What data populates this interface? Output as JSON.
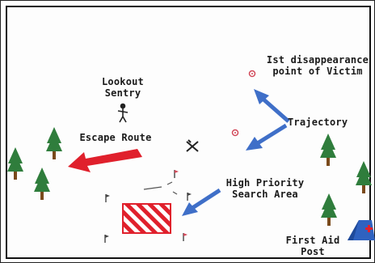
{
  "labels": {
    "first_disappearance": "Ist disappearance point of Victim",
    "lookout_sentry": "Lookout Sentry",
    "trajectory": "Trajectory",
    "escape_route": "Escape Route",
    "high_priority_search_area": "High Priority Search Area",
    "first_aid_post": "First Aid Post"
  },
  "colors": {
    "tree_foliage": "#2f7d3c",
    "tree_trunk": "#7a4a1c",
    "escape_arrow": "#e0202c",
    "trajectory_arrow": "#3f6fc8",
    "search_area_stripe": "#e0202c",
    "tent": "#2f62c0",
    "tent_cross": "#e0202c",
    "marker_point": "#d24a5a"
  },
  "icons": [
    "tree-icon",
    "sentry-figure-icon",
    "crossed-tools-icon",
    "flag-icon",
    "tent-icon",
    "point-marker-icon"
  ]
}
